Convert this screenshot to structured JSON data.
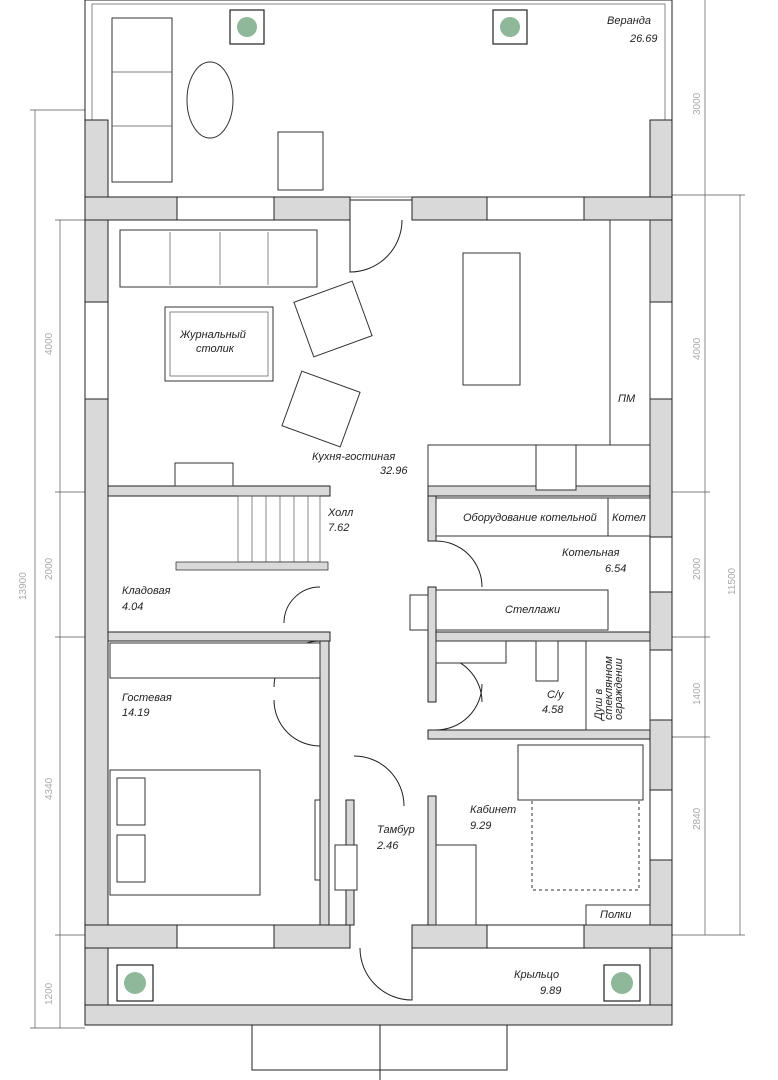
{
  "rooms": [
    {
      "name": "Веранда",
      "area": "26.69"
    },
    {
      "name": "Кухня-гостиная",
      "area": "32.96"
    },
    {
      "name": "Холл",
      "area": "7.62"
    },
    {
      "name": "Кладовая",
      "area": "4.04"
    },
    {
      "name": "Котельная",
      "area": "6.54"
    },
    {
      "name": "С/у",
      "area": "4.58"
    },
    {
      "name": "Гостевая",
      "area": "14.19"
    },
    {
      "name": "Кабинет",
      "area": "9.29"
    },
    {
      "name": "Тамбур",
      "area": "2.46"
    },
    {
      "name": "Крыльцо",
      "area": "9.89"
    }
  ],
  "furniture_labels": {
    "coffee_table_1": "Журнальный",
    "coffee_table_2": "столик",
    "fridge": "ПМ",
    "boiler_equipment": "Оборудование котельной",
    "boiler": "Котел",
    "shelving": "Стеллажи",
    "shower_1": "Душ в",
    "shower_2": "стеклянном",
    "shower_3": "ограждении",
    "shelves": "Полки"
  },
  "dimensions": {
    "left": [
      "4000",
      "2000",
      "4340",
      "1200"
    ],
    "left_total": "13900",
    "right": [
      "3000",
      "4000",
      "2000",
      "1400",
      "2840"
    ],
    "right_total": "11500"
  }
}
